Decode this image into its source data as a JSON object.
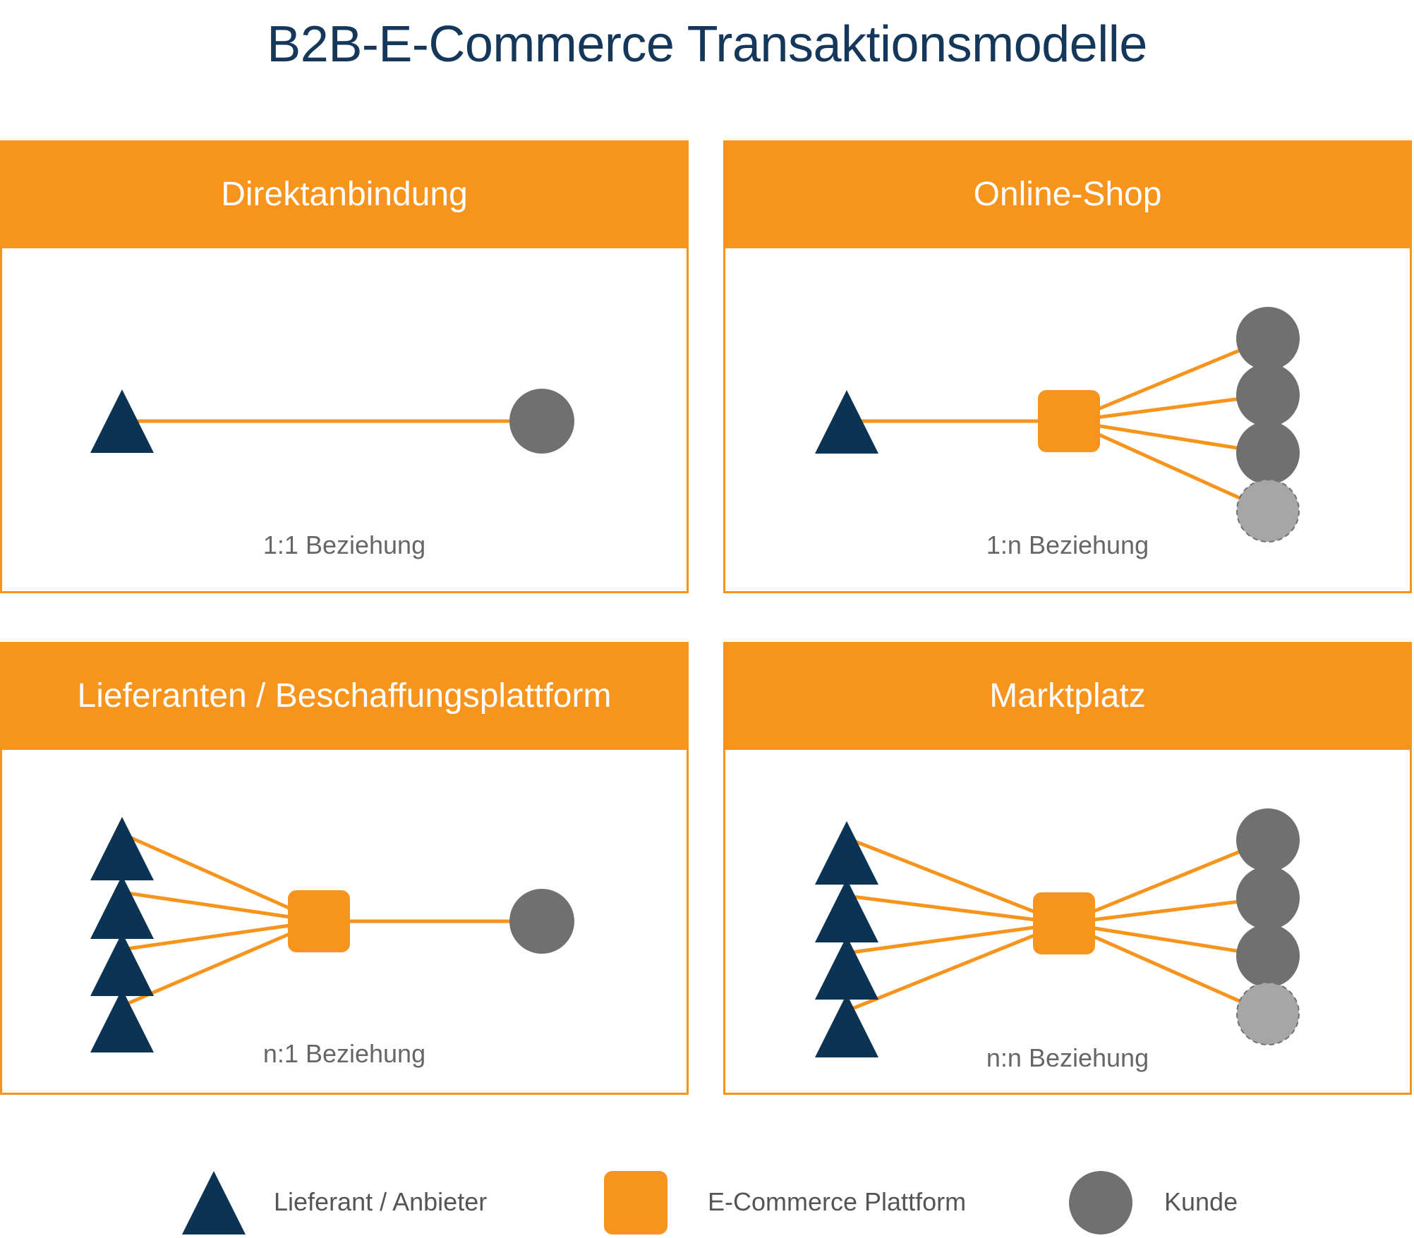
{
  "title": "B2B-E-Commerce Transaktionsmodelle",
  "colors": {
    "orange": "#f7941d",
    "navy": "#0b3353",
    "customer": "#707070",
    "potential_customer": "#a6a6a6"
  },
  "panels": [
    {
      "title": "Direktanbindung",
      "relation": "1:1 Beziehung"
    },
    {
      "title": "Online-Shop",
      "relation": "1:n Beziehung"
    },
    {
      "title": "Lieferanten / Beschaffungsplattform",
      "relation": "n:1 Beziehung"
    },
    {
      "title": "Marktplatz",
      "relation": "n:n Beziehung"
    }
  ],
  "legend": [
    {
      "icon": "triangle-icon",
      "label": "Lieferant / Anbieter"
    },
    {
      "icon": "square-icon",
      "label": "E-Commerce Plattform"
    },
    {
      "icon": "circle-icon",
      "label": "Kunde"
    }
  ]
}
